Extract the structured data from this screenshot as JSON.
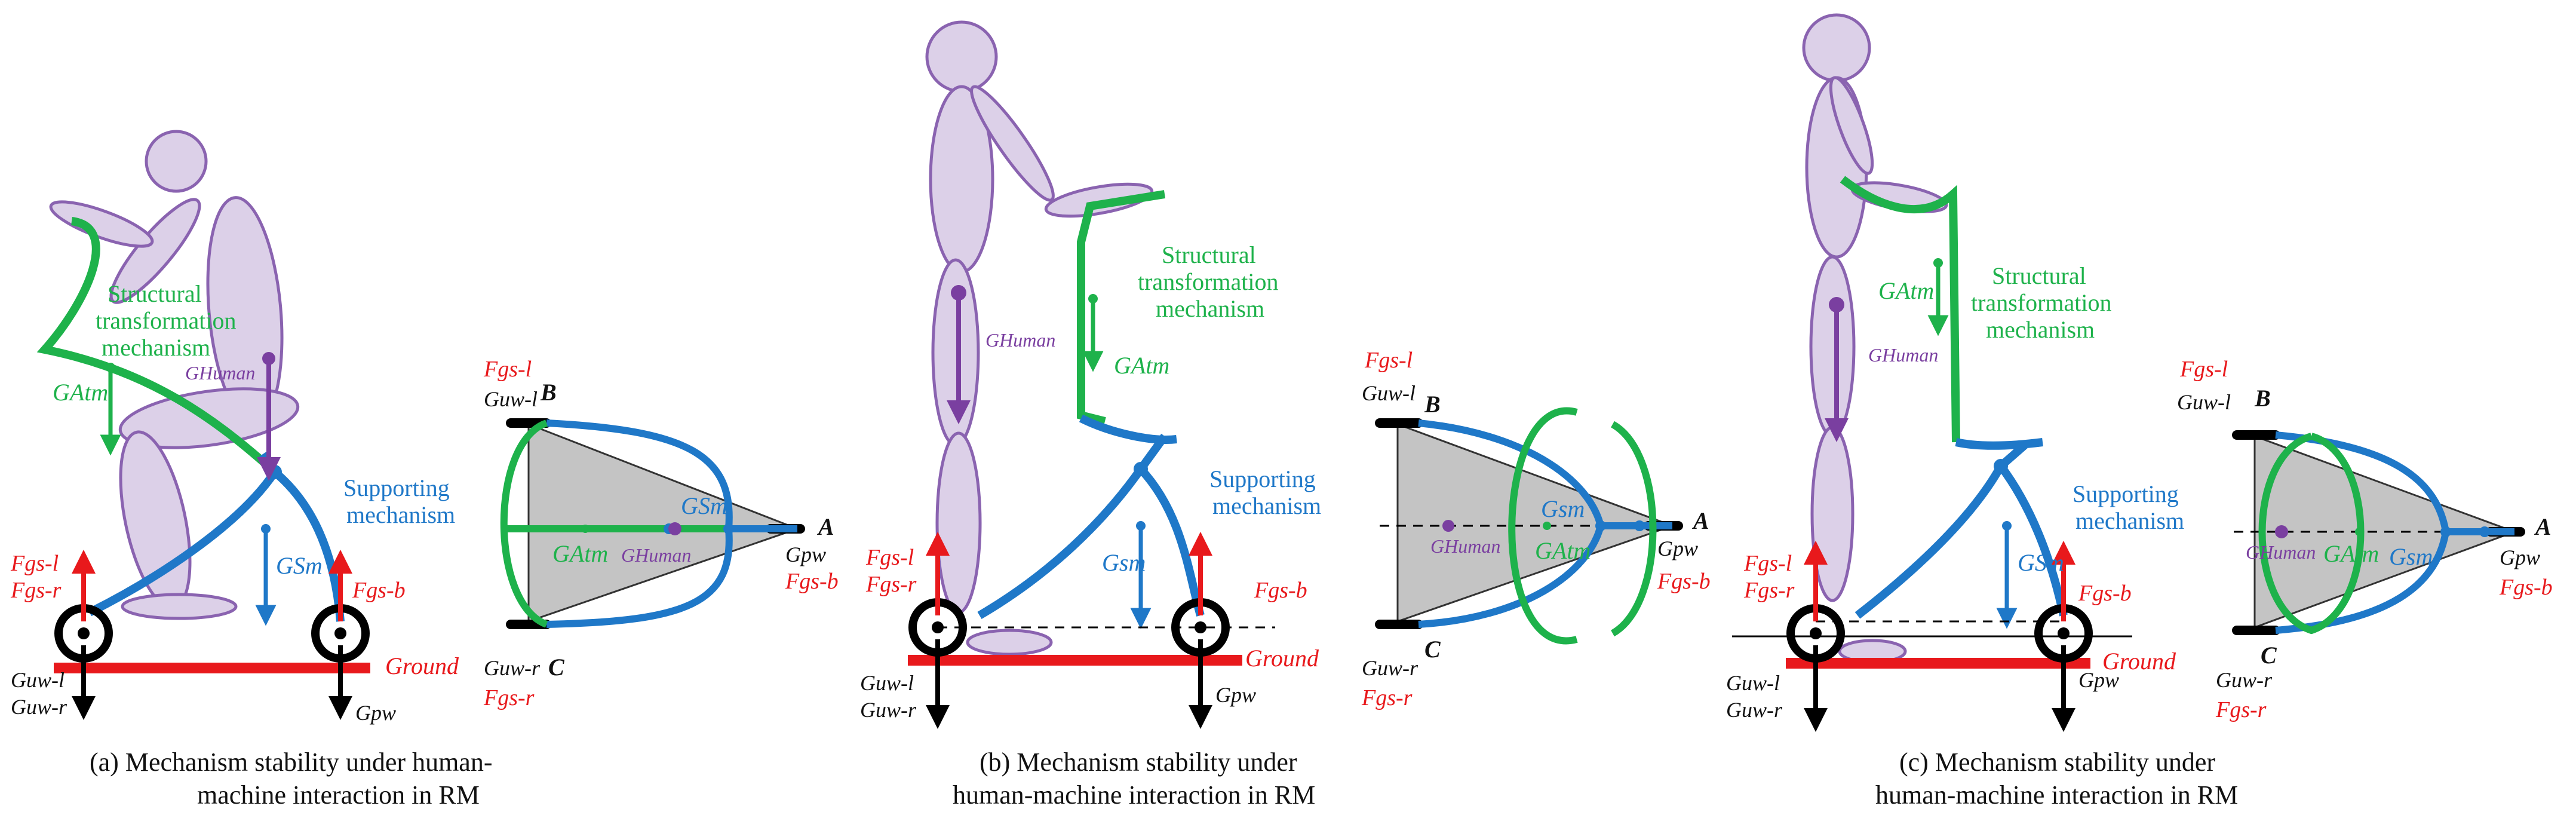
{
  "panels": [
    {
      "caption_line1": "(a) Mechanism stability under human-",
      "caption_line2": "machine interaction in RM",
      "structural_line1": "Structural",
      "structural_line2": "transformation",
      "structural_line3": "mechanism",
      "supporting_line1": "Supporting",
      "supporting_line2": "mechanism",
      "g_atm": "GAtm",
      "g_human": "GHuman",
      "g_sm": "GSm",
      "f_gsl": "Fgs-l",
      "f_gsr": "Fgs-r",
      "f_gsb": "Fgs-b",
      "g_uwl": "Guw-l",
      "g_uwr": "Guw-r",
      "g_pw": "Gpw",
      "ground": "Ground",
      "top_f_gsl": "Fgs-l",
      "top_g_uwl": "Guw-l",
      "top_b": "B",
      "top_c": "C",
      "top_a": "A",
      "top_g_uwr": "Guw-r",
      "top_f_gsr": "Fgs-r",
      "top_g_pw": "Gpw",
      "top_f_gsb": "Fgs-b",
      "top_g_atm": "GAtm",
      "top_g_human": "GHuman",
      "top_g_sm": "GSm"
    },
    {
      "caption_line1": "(b) Mechanism stability under",
      "caption_line2": "human-machine interaction in RM",
      "structural_line1": "Structural",
      "structural_line2": "transformation",
      "structural_line3": "mechanism",
      "supporting_line1": "Supporting",
      "supporting_line2": "mechanism",
      "g_atm": "GAtm",
      "g_human": "GHuman",
      "g_sm": "Gsm",
      "f_gsl": "Fgs-l",
      "f_gsr": "Fgs-r",
      "f_gsb": "Fgs-b",
      "g_uwl": "Guw-l",
      "g_uwr": "Guw-r",
      "g_pw": "Gpw",
      "ground": "Ground",
      "top_f_gsl": "Fgs-l",
      "top_g_uwl": "Guw-l",
      "top_b": "B",
      "top_c": "C",
      "top_a": "A",
      "top_g_uwr": "Guw-r",
      "top_f_gsr": "Fgs-r",
      "top_g_pw": "Gpw",
      "top_f_gsb": "Fgs-b",
      "top_g_atm": "GAtm",
      "top_g_human": "GHuman",
      "top_g_sm": "Gsm"
    },
    {
      "caption_line1": "(c)  Mechanism stability under",
      "caption_line2": "human-machine interaction in RM",
      "structural_line1": "Structural",
      "structural_line2": "transformation",
      "structural_line3": "mechanism",
      "supporting_line1": "Supporting",
      "supporting_line2": "mechanism",
      "g_atm": "GAtm",
      "g_human": "GHuman",
      "g_sm": "GSm",
      "f_gsl": "Fgs-l",
      "f_gsr": "Fgs-r",
      "f_gsb": "Fgs-b",
      "g_uwl": "Guw-l",
      "g_uwr": "Guw-r",
      "g_pw": "Gpw",
      "ground": "Ground",
      "top_f_gsl": "Fgs-l",
      "top_g_uwl": "Guw-l",
      "top_b": "B",
      "top_c": "C",
      "top_a": "A",
      "top_g_uwr": "Guw-r",
      "top_f_gsr": "Fgs-r",
      "top_g_pw": "Gpw",
      "top_f_gsb": "Fgs-b",
      "top_g_atm": "GAtm",
      "top_g_human": "GHuman",
      "top_g_sm": "Gsm"
    }
  ],
  "colors": {
    "structural": "#1eb24b",
    "supporting": "#1f78c8",
    "force": "#e8191c",
    "human_fill": "#dcd0e8",
    "human_stroke": "#8a63b0",
    "wheel": "#000000",
    "triangle_fill": "#c4c4c4"
  }
}
